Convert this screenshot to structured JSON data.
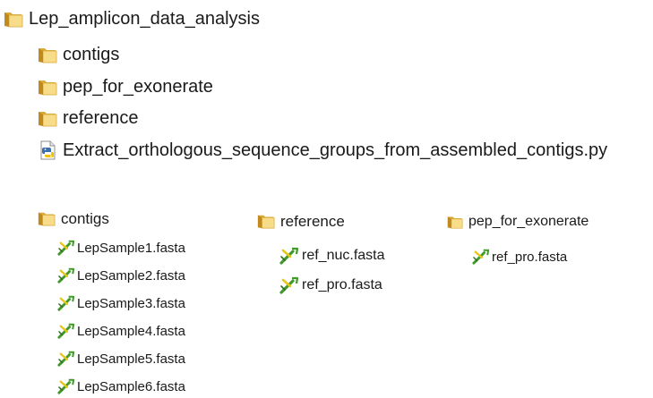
{
  "tree": {
    "root": {
      "label": "Lep_amplicon_data_analysis",
      "icon": "folder-icon"
    },
    "children": [
      {
        "label": "contigs",
        "icon": "folder-icon"
      },
      {
        "label": "pep_for_exonerate",
        "icon": "folder-icon"
      },
      {
        "label": "reference",
        "icon": "folder-icon"
      },
      {
        "label": "Extract_orthologous_sequence_groups_from_assembled_contigs.py",
        "icon": "python-file-icon"
      }
    ]
  },
  "folders": {
    "contigs": {
      "label": "contigs",
      "files": [
        "LepSample1.fasta",
        "LepSample2.fasta",
        "LepSample3.fasta",
        "LepSample4.fasta",
        "LepSample5.fasta",
        "LepSample6.fasta"
      ]
    },
    "reference": {
      "label": "reference",
      "files": [
        "ref_nuc.fasta",
        "ref_pro.fasta"
      ]
    },
    "pep_for_exonerate": {
      "label": "pep_for_exonerate",
      "files": [
        "ref_pro.fasta"
      ]
    }
  },
  "colors": {
    "folder_light": "#f7dc8a",
    "folder_dark": "#d9a93a",
    "fasta_icon_green": "#3f9a2a",
    "fasta_icon_yellow": "#e6c619"
  }
}
